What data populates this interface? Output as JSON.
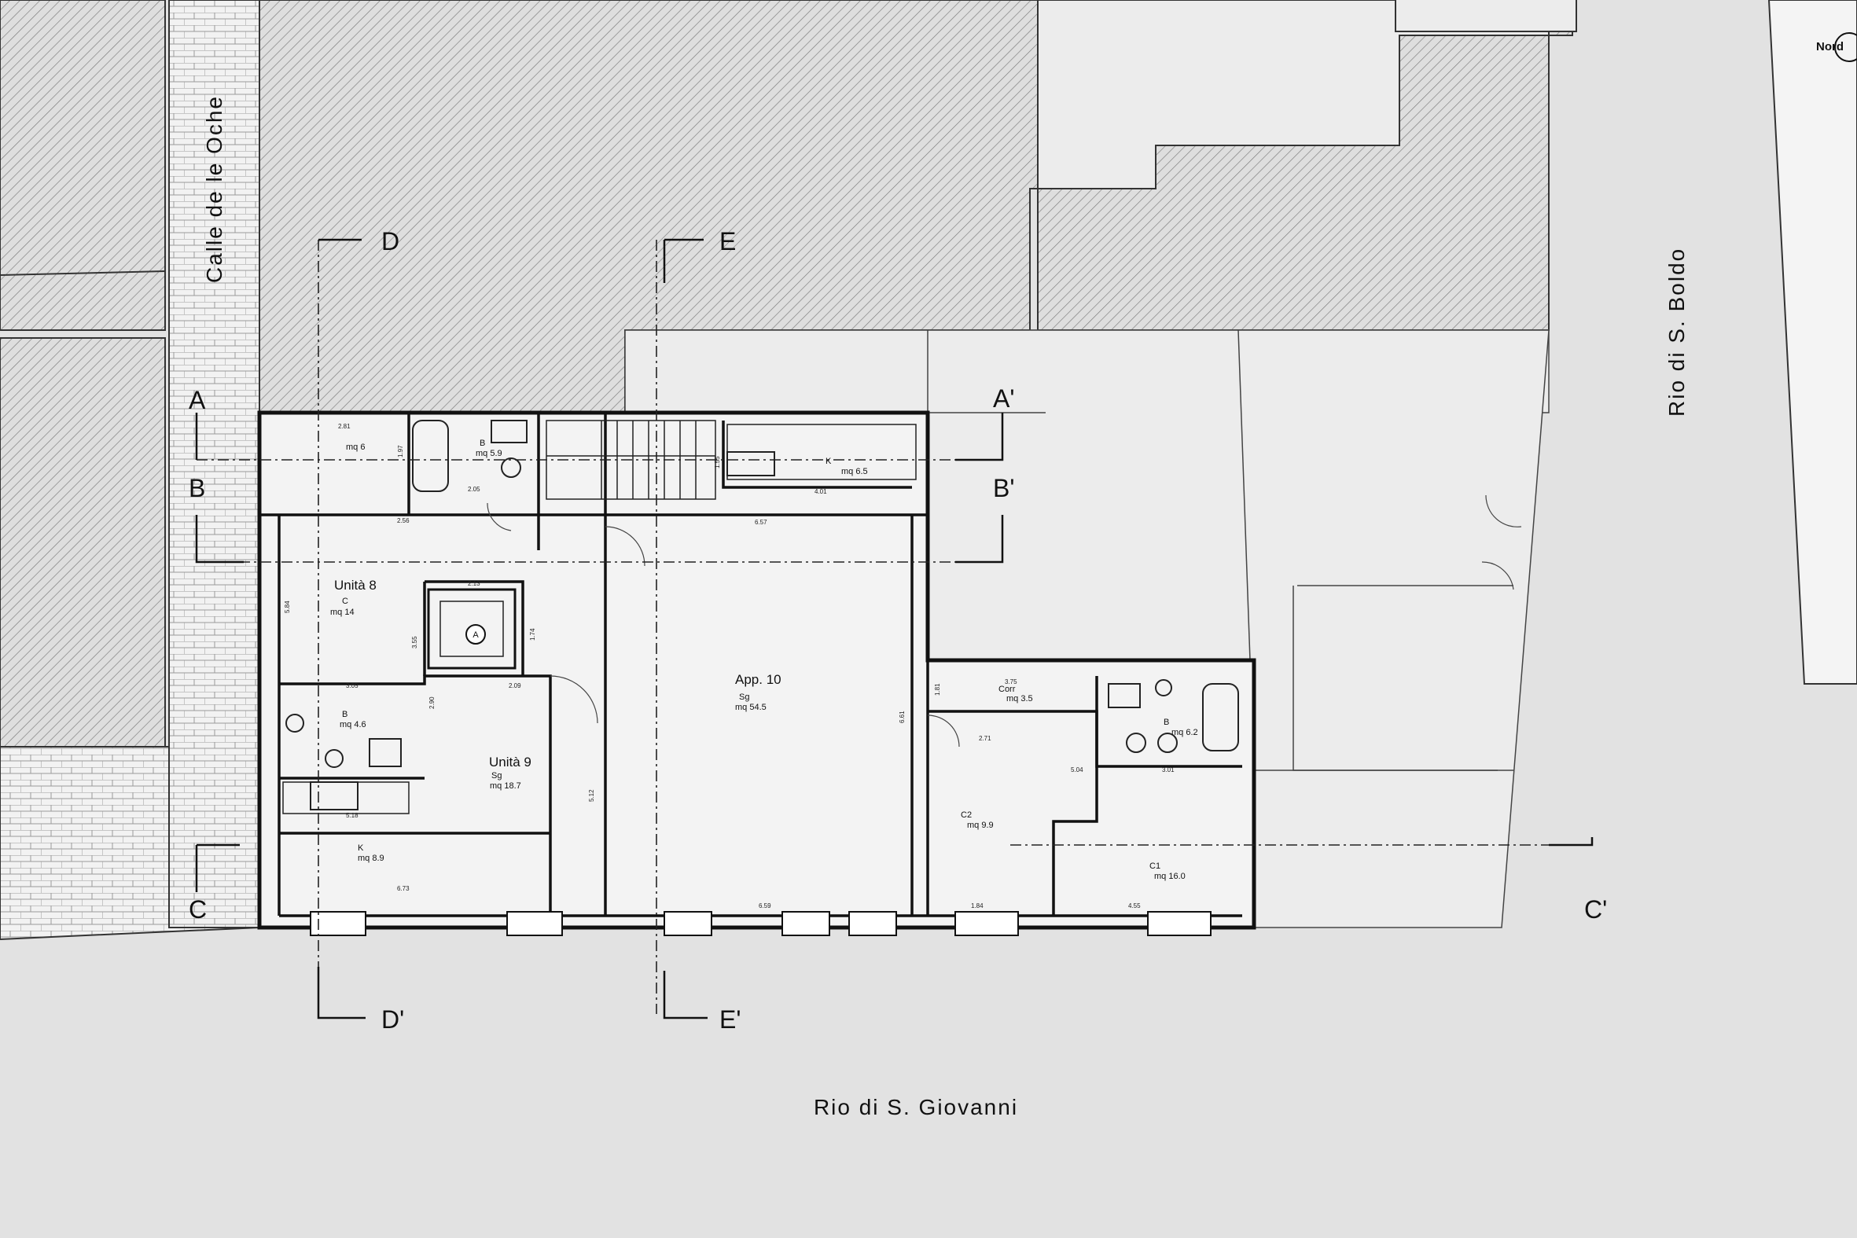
{
  "streets": {
    "calle": "Calle de le Oche",
    "rio_boldo": "Rio di S. Boldo",
    "rio_giovanni": "Rio di S. Giovanni"
  },
  "north": {
    "label": "Nord"
  },
  "sections": {
    "A": "A",
    "A_prime": "A'",
    "B": "B",
    "B_prime": "B'",
    "C": "C",
    "C_prime": "C'",
    "D": "D",
    "D_prime": "D'",
    "E": "E",
    "E_prime": "E'"
  },
  "units": {
    "u8": {
      "name": "Unità 8",
      "room": "C",
      "area": "mq 14"
    },
    "u9": {
      "name": "Unità 9",
      "room": "Sg",
      "area": "mq 18.7"
    },
    "app10": {
      "name": "App. 10",
      "room": "Sg",
      "area": "mq 54.5"
    }
  },
  "rooms": {
    "r_top_left": {
      "area": "mq 6"
    },
    "bath_top": {
      "code": "B",
      "area": "mq 5.9"
    },
    "kitchen_top": {
      "code": "K",
      "area": "mq 6.5"
    },
    "bath_u9": {
      "code": "B",
      "area": "mq 4.6"
    },
    "kitchen_u9": {
      "code": "K",
      "area": "mq 8.9"
    },
    "corridor": {
      "code": "Corr",
      "area": "mq 3.5"
    },
    "bath_right": {
      "code": "B",
      "area": "mq 6.2"
    },
    "c2": {
      "code": "C2",
      "area": "mq 9.9"
    },
    "c1": {
      "code": "C1",
      "area": "mq 16.0"
    },
    "lift": {
      "code": "A"
    }
  },
  "dimensions": {
    "d1": "2.81",
    "d2": "1.97",
    "d3": "2.05",
    "d4": "1.55",
    "d5": "4.01",
    "d6": "6.57",
    "d7": "2.56",
    "d8": "2.13",
    "d9": "3.05",
    "d10": "2.09",
    "d11": "5.18",
    "d12": "6.73",
    "d13": "6.59",
    "d14": "5.12",
    "d15": "6.61",
    "d16": "2.71",
    "d17": "3.75",
    "d18": "5.04",
    "d19": "3.01",
    "d20": "1.81",
    "d21": "4.55",
    "d22": "1.84",
    "d23": "2.90",
    "d24": "3.55",
    "d25": "1.74",
    "d26": "5.84"
  }
}
